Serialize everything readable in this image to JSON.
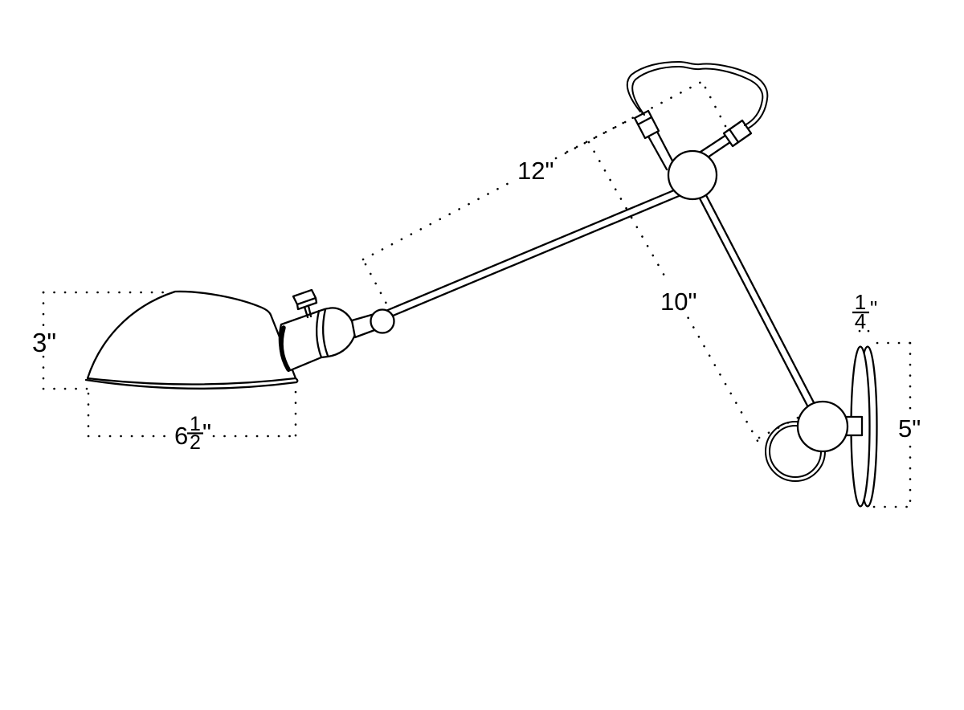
{
  "diagram": {
    "colors": {
      "line": "#000000",
      "background": "#ffffff"
    },
    "labels": {
      "shade_height": "3\"",
      "upper_arm_length": "12\"",
      "lower_arm_length": "10\"",
      "backplate_height": "5\"",
      "shade_width": {
        "whole": "6",
        "numerator": "1",
        "denominator": "2",
        "unit": "\""
      },
      "backplate_thickness": {
        "numerator": "1",
        "denominator": "4",
        "unit": "\""
      }
    }
  }
}
